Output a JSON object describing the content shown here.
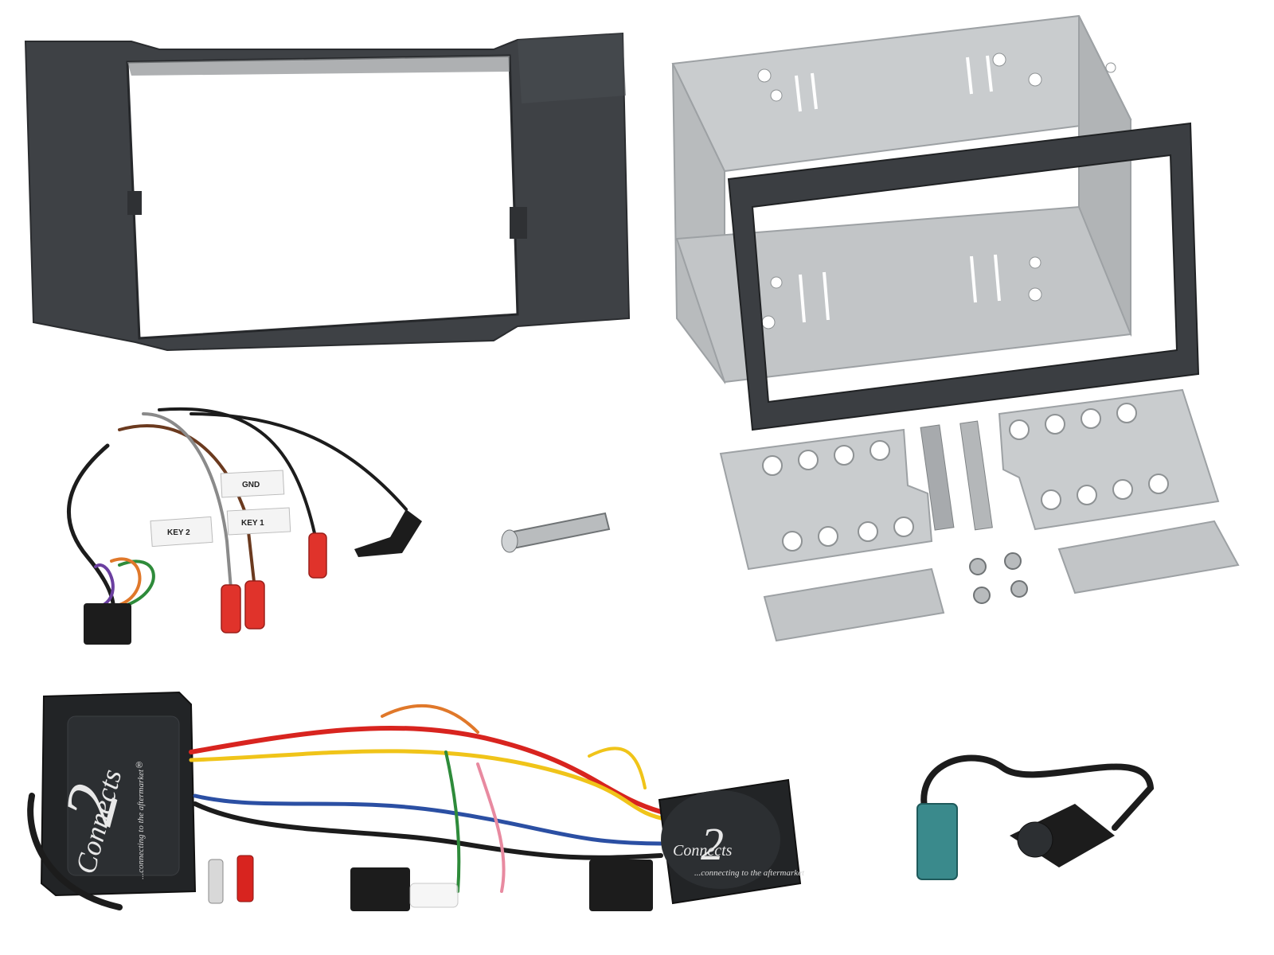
{
  "product": {
    "colors": {
      "fascia": "#3e4145",
      "fascia_edge": "#2a2c2f",
      "metal": "#c9ccce",
      "metal_dark": "#9da1a4",
      "wire_red": "#d8241f",
      "wire_black": "#1c1c1c",
      "wire_brown": "#6b3a1f",
      "wire_grey": "#8a8a8a",
      "fakra_teal": "#3a8a8c",
      "connector_red": "#e0332b"
    },
    "harness_labels": {
      "gnd": "GND",
      "key1": "KEY 1",
      "key2": "KEY 2"
    },
    "interface_box": {
      "logo": "Connects",
      "logo_numeral": "2",
      "registered": "®",
      "slogan": "...connecting to the aftermarket"
    },
    "interface_pod": {
      "logo": "Connects",
      "logo_numeral": "2",
      "slogan": "...connecting to the aftermarket"
    }
  }
}
